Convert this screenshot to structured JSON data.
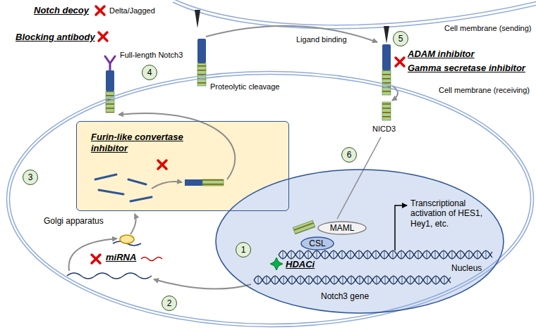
{
  "diagram": {
    "nodes": [
      {
        "text": [
          "Cell membrane (receiving)"
        ]
      },
      {
        "text": [
          "Furin-like convertase inhibitor"
        ],
        "in": 0
      },
      {
        "text": [
          "Nucleus",
          "Notch3 gene"
        ],
        "in": 0
      },
      {
        "text": [
          "MAML"
        ],
        "in": 2
      },
      {
        "text": [
          "CSL"
        ],
        "in": 2
      },
      {
        "text": [
          "1"
        ],
        "in": 2
      },
      {
        "text": [
          "2"
        ],
        "in": 0
      },
      {
        "text": [
          "3"
        ],
        "in": 0
      },
      {
        "text": [
          "4"
        ]
      },
      {
        "text": [
          "5"
        ]
      },
      {
        "text": [
          "6"
        ],
        "in": 0
      }
    ],
    "labels": [
      "Cell membrane (sending)",
      "Notch decoy",
      "Delta/Jagged",
      "Blocking antibody",
      "Full-length Notch3",
      "Ligand binding",
      "Proteolytic cleavage",
      "ADAM inhibitor",
      "Gamma secretase inhibitor",
      "NICD3",
      "Transcriptional activation of HES1, Hey1, etc.",
      "miRNA",
      "HDACi",
      "Golgi apparatus"
    ]
  }
}
